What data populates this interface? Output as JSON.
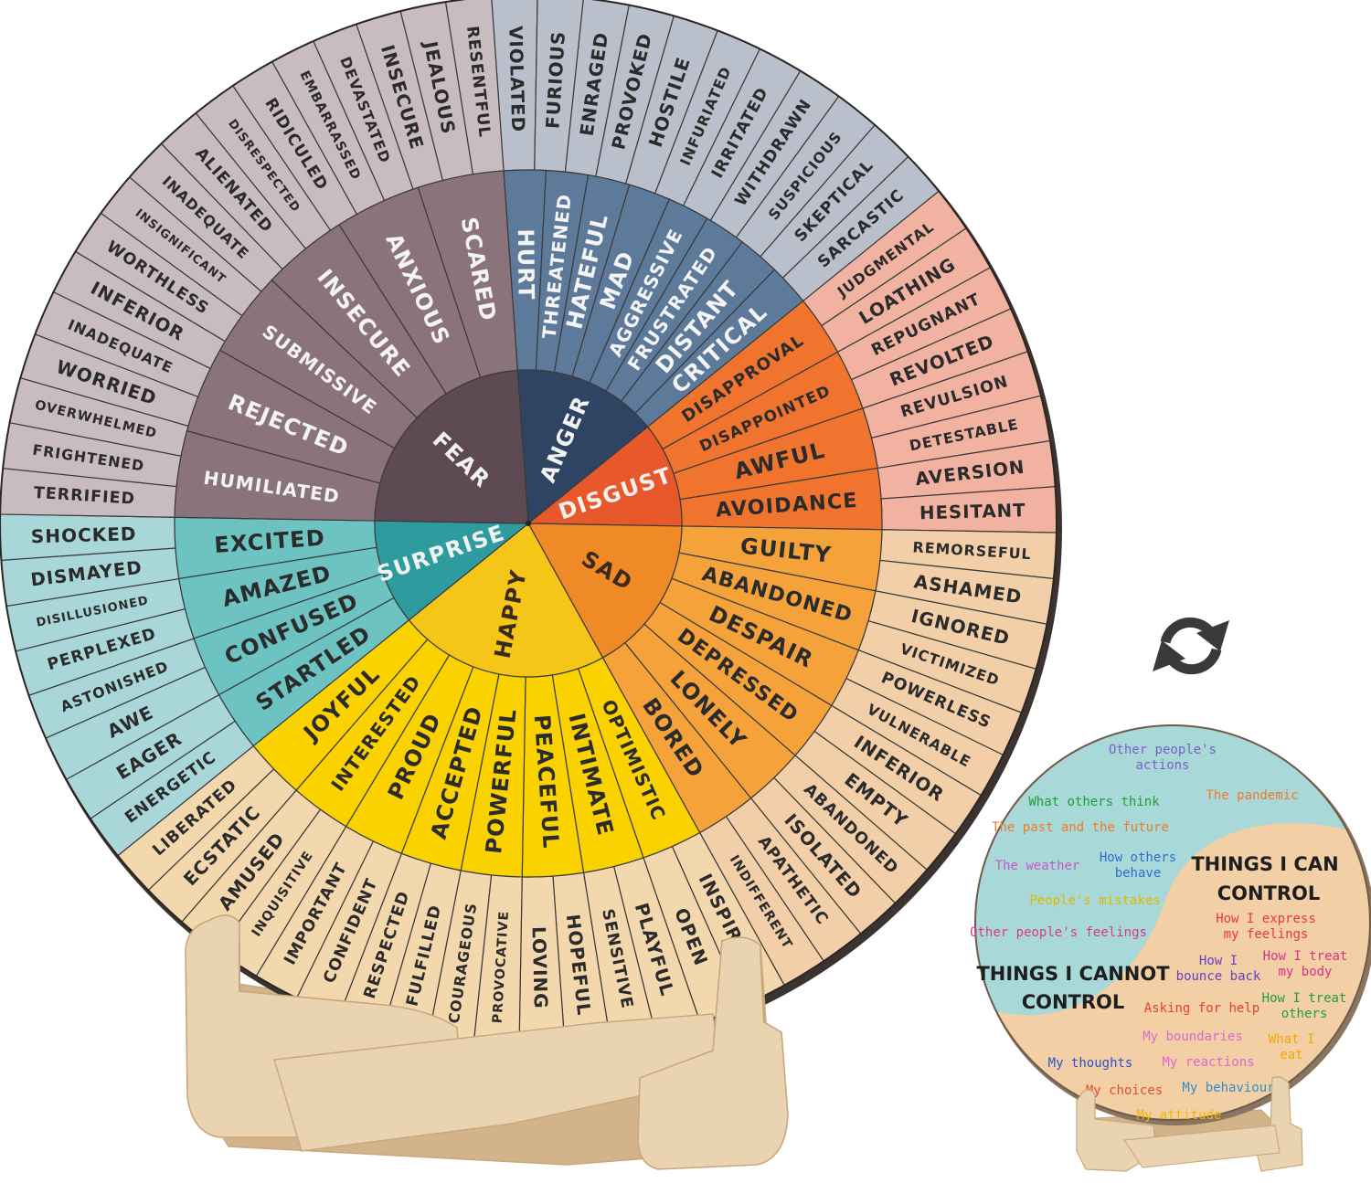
{
  "wheel": {
    "center_ring": [
      {
        "label": "ANGER",
        "color": "#2f4462",
        "text_color": "#f2f2f2"
      },
      {
        "label": "DISGUST",
        "color": "#e9582a",
        "text_color": "#f2f2f2"
      },
      {
        "label": "SAD",
        "color": "#f08a26",
        "text_color": "#3a2a1a"
      },
      {
        "label": "HAPPY",
        "color": "#f5c518",
        "text_color": "#3a2a1a"
      },
      {
        "label": "SURPRISE",
        "color": "#2e9c9e",
        "text_color": "#f2f2f2"
      },
      {
        "label": "FEAR",
        "color": "#5e4a52",
        "text_color": "#f2f2f2"
      }
    ],
    "middle_ring": [
      {
        "group": "ANGER",
        "color": "#5d7a9a",
        "text_color": "#f4f4f4",
        "items": [
          "HURT",
          "THREATENED",
          "HATEFUL",
          "MAD",
          "AGGRESSIVE",
          "FRUSTRATED",
          "DISTANT",
          "CRITICAL"
        ]
      },
      {
        "group": "DISGUST",
        "color": "#f0742e",
        "text_color": "#2b2b2b",
        "items": [
          "DISAPPROVAL",
          "DISAPPOINTED",
          "AWFUL",
          "AVOIDANCE"
        ]
      },
      {
        "group": "SAD",
        "color": "#f5a23a",
        "text_color": "#2b2b2b",
        "items": [
          "GUILTY",
          "ABANDONED",
          "DESPAIR",
          "DEPRESSED",
          "LONELY",
          "BORED"
        ]
      },
      {
        "group": "HAPPY",
        "color": "#fad200",
        "text_color": "#2b2b2b",
        "items": [
          "OPTIMISTIC",
          "INTIMATE",
          "PEACEFUL",
          "POWERFUL",
          "ACCEPTED",
          "PROUD",
          "INTERESTED",
          "JOYFUL"
        ]
      },
      {
        "group": "SURPRISE",
        "color": "#6cc3c2",
        "text_color": "#2b2b2b",
        "items": [
          "EXCITED",
          "AMAZED",
          "CONFUSED",
          "STARTLED"
        ]
      },
      {
        "group": "FEAR",
        "color": "#8a7479",
        "text_color": "#f4f4f4",
        "items": [
          "SCARED",
          "ANXIOUS",
          "INSECURE",
          "SUBMISSIVE",
          "REJECTED",
          "HUMILIATED"
        ]
      }
    ],
    "outer_ring": [
      {
        "group": "ANGER",
        "color": "#b9bfcb",
        "text_color": "#2b2b2b",
        "items": [
          "VIOLATED",
          "FURIOUS",
          "ENRAGED",
          "PROVOKED",
          "HOSTILE",
          "INFURIATED",
          "IRRITATED",
          "WITHDRAWN",
          "SUSPICIOUS",
          "SKEPTICAL",
          "SARCASTIC"
        ]
      },
      {
        "group": "DISGUST",
        "color": "#f1b2a2",
        "text_color": "#2b2b2b",
        "items": [
          "JUDGMENTAL",
          "LOATHING",
          "REPUGNANT",
          "REVOLTED",
          "REVULSION",
          "DETESTABLE",
          "AVERSION",
          "HESITANT"
        ]
      },
      {
        "group": "SAD",
        "color": "#f2cfa8",
        "text_color": "#2b2b2b",
        "items": [
          "REMORSEFUL",
          "ASHAMED",
          "IGNORED",
          "VICTIMIZED",
          "POWERLESS",
          "VULNERABLE",
          "INFERIOR",
          "EMPTY",
          "ABANDONED",
          "ISOLATED",
          "APATHETIC",
          "INDIFFERENT"
        ]
      },
      {
        "group": "HAPPY",
        "color": "#f3d7ad",
        "text_color": "#2b2b2b",
        "items": [
          "INSPIRED",
          "OPEN",
          "PLAYFUL",
          "SENSITIVE",
          "HOPEFUL",
          "LOVING",
          "PROVOCATIVE",
          "COURAGEOUS",
          "FULFILLED",
          "RESPECTED",
          "CONFIDENT",
          "IMPORTANT",
          "INQUISITIVE",
          "AMUSED",
          "ECSTATIC",
          "LIBERATED"
        ]
      },
      {
        "group": "SURPRISE",
        "color": "#a9d6d8",
        "text_color": "#2b2b2b",
        "items": [
          "ENERGETIC",
          "EAGER",
          "AWE",
          "ASTONISHED",
          "PERPLEXED",
          "DISILLUSIONED",
          "DISMAYED",
          "SHOCKED"
        ]
      },
      {
        "group": "FEAR",
        "color": "#c9bcc0",
        "text_color": "#2b2b2b",
        "items": [
          "TERRIFIED",
          "FRIGHTENED",
          "OVERWHELMED",
          "WORRIED",
          "INADEQUATE",
          "INFERIOR",
          "WORTHLESS",
          "INSIGNIFICANT",
          "INADEQUATE",
          "ALIENATED",
          "DISRESPECTED",
          "RIDICULED",
          "EMBARRASSED",
          "DEVASTATED",
          "INSECURE",
          "JEALOUS",
          "RESENTFUL"
        ]
      }
    ]
  },
  "card": {
    "cannot_control": {
      "title_line1": "THINGS I CANNOT",
      "title_line2": "CONTROL",
      "color": "#a9d8d8",
      "items": [
        {
          "lines": [
            "Other people's",
            "actions"
          ],
          "color": "#7b5fc8"
        },
        {
          "lines": [
            "What others think"
          ],
          "color": "#1f9e3a"
        },
        {
          "lines": [
            "The pandemic"
          ],
          "color": "#f07a2a"
        },
        {
          "lines": [
            "The past and the future"
          ],
          "color": "#f07a2a"
        },
        {
          "lines": [
            "The weather"
          ],
          "color": "#c857c8"
        },
        {
          "lines": [
            "How others",
            "behave"
          ],
          "color": "#2d6fd0"
        },
        {
          "lines": [
            "People's mistakes"
          ],
          "color": "#e0b800"
        },
        {
          "lines": [
            "Other people's feelings"
          ],
          "color": "#d83a8a"
        }
      ]
    },
    "can_control": {
      "title_line1": "THINGS I CAN",
      "title_line2": "CONTROL",
      "color": "#f3cfa6",
      "items": [
        {
          "lines": [
            "How I express",
            "my feelings"
          ],
          "color": "#e33a3a"
        },
        {
          "lines": [
            "How I",
            "bounce back"
          ],
          "color": "#6a3fc8"
        },
        {
          "lines": [
            "How I treat",
            "my body"
          ],
          "color": "#d8308a"
        },
        {
          "lines": [
            "Asking for help"
          ],
          "color": "#e3402f"
        },
        {
          "lines": [
            "How I treat",
            "others"
          ],
          "color": "#1f9e3a"
        },
        {
          "lines": [
            "My boundaries"
          ],
          "color": "#d86ad0"
        },
        {
          "lines": [
            "What I",
            "eat"
          ],
          "color": "#f0a800"
        },
        {
          "lines": [
            "My thoughts"
          ],
          "color": "#2d4fd0"
        },
        {
          "lines": [
            "My reactions"
          ],
          "color": "#d86ad0"
        },
        {
          "lines": [
            "My choices"
          ],
          "color": "#e0502f"
        },
        {
          "lines": [
            "My behaviour"
          ],
          "color": "#2d8fd0"
        },
        {
          "lines": [
            "My attitude"
          ],
          "color": "#f0b800"
        }
      ]
    }
  },
  "colors": {
    "wood": "#ead3b0",
    "wood_shadow": "#d3b48a",
    "wood_edge": "#c9a77c",
    "divider": "#3a3a3a",
    "rotate_icon": "#3a3a3a"
  },
  "icons": {
    "flip": "rotate-arrows-icon"
  }
}
